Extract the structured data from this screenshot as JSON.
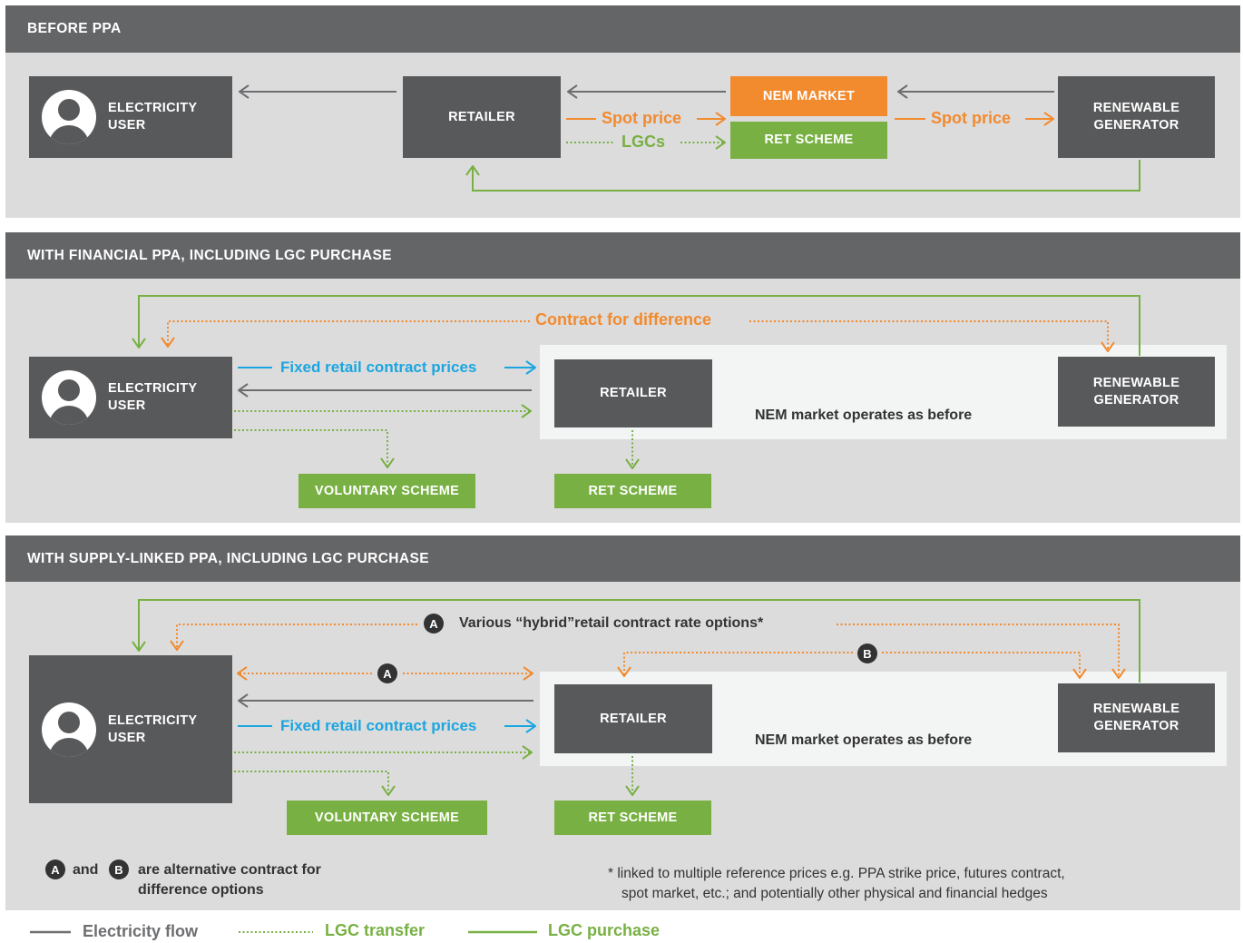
{
  "colors": {
    "header": "#646567",
    "panel": "#dcdcdd",
    "box_dark": "#58595b",
    "orange": "#f28a2e",
    "green": "#78b043",
    "blue": "#1ba6df",
    "gray_line": "#6d6e70"
  },
  "icons": [
    "user-avatar-icon",
    "arrow-icon",
    "circle-a-icon",
    "circle-b-icon"
  ],
  "section1": {
    "title": "BEFORE PPA",
    "user_line1": "ELECTRICITY",
    "user_line2": "USER",
    "retailer": "RETAILER",
    "nem_market": "NEM MARKET",
    "ret_scheme": "RET SCHEME",
    "generator_line1": "RENEWABLE",
    "generator_line2": "GENERATOR",
    "spot_price_left": "Spot price",
    "lgcs": "LGCs",
    "spot_price_right": "Spot price"
  },
  "section2": {
    "title": "WITH FINANCIAL PPA, INCLUDING LGC PURCHASE",
    "contract_for_difference": "Contract for difference",
    "user_line1": "ELECTRICITY",
    "user_line2": "USER",
    "fixed_prices": "Fixed retail contract prices",
    "retailer": "RETAILER",
    "nem_operates": "NEM market operates as before",
    "generator_line1": "RENEWABLE",
    "generator_line2": "GENERATOR",
    "voluntary_scheme": "VOLUNTARY SCHEME",
    "ret_scheme": "RET SCHEME"
  },
  "section3": {
    "title": "WITH SUPPLY-LINKED PPA, INCLUDING LGC PURCHASE",
    "marker_a": "A",
    "marker_b": "B",
    "hybrid_options": "Various “hybrid”retail contract rate options*",
    "user_line1": "ELECTRICITY",
    "user_line2": "USER",
    "fixed_prices": "Fixed retail contract prices",
    "retailer": "RETAILER",
    "nem_operates": "NEM market operates as before",
    "generator_line1": "RENEWABLE",
    "generator_line2": "GENERATOR",
    "voluntary_scheme": "VOLUNTARY SCHEME",
    "ret_scheme": "RET SCHEME",
    "note_and": "and",
    "note_text_line1": "are alternative contract for",
    "note_text_line2": "difference options",
    "footnote_line1": "* linked to multiple reference prices e.g. PPA strike price, futures contract,",
    "footnote_line2": "spot market, etc.; and potentially other physical and financial hedges"
  },
  "legend": {
    "electricity_flow": "Electricity flow",
    "lgc_transfer": "LGC transfer",
    "lgc_purchase": "LGC purchase"
  }
}
